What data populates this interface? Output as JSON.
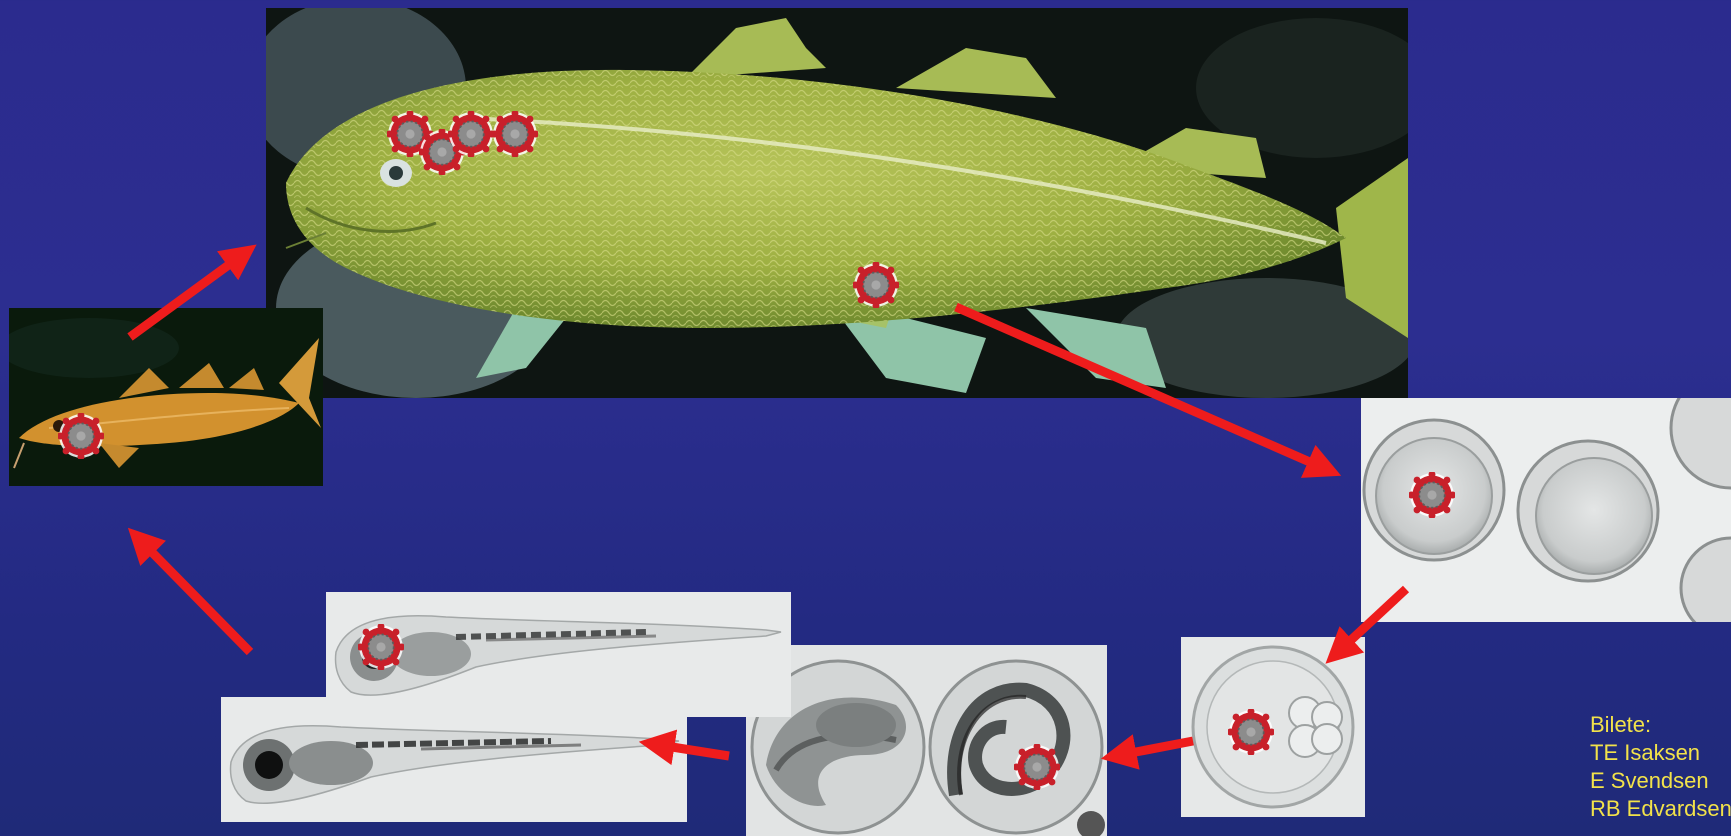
{
  "colors": {
    "background_top": "#2b2b8e",
    "background_bottom": "#1f2a78",
    "arrow": "#ee1c1c",
    "virus_ring": "#c8202a",
    "virus_core": "#8c8c8c",
    "credits_text": "#f2e24a"
  },
  "panels": [
    {
      "name": "adult-cod-photo",
      "subject": "adult cod",
      "virus_marker_count": 5
    },
    {
      "name": "juvenile-cod-photo",
      "subject": "juvenile cod",
      "virus_marker_count": 1
    },
    {
      "name": "fertilized-eggs-photo",
      "subject": "eggs",
      "virus_marker_count": 1
    },
    {
      "name": "cleaving-egg-photo",
      "subject": "cleaving egg",
      "virus_marker_count": 1
    },
    {
      "name": "embryos-photo",
      "subject": "embryos in egg",
      "virus_marker_count": 1
    },
    {
      "name": "larva-upper-photo",
      "subject": "larva",
      "virus_marker_count": 1
    },
    {
      "name": "larva-lower-photo",
      "subject": "larva",
      "virus_marker_count": 0
    }
  ],
  "cycle_arrows": [
    "adult-to-eggs",
    "eggs-to-cleaving-egg",
    "cleaving-egg-to-embryos",
    "embryos-to-larva",
    "larva-to-juvenile",
    "juvenile-to-adult"
  ],
  "credits": {
    "heading": "Bilete:",
    "lines": [
      "TE Isaksen",
      "E Svendsen",
      "RB Edvardsen"
    ]
  }
}
